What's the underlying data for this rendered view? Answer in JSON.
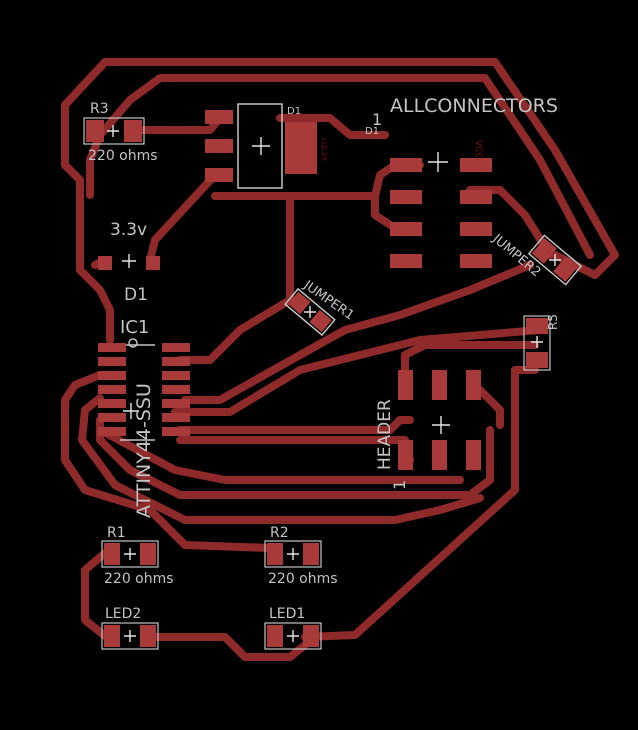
{
  "colors": {
    "background": "#000000",
    "copper": "#8e2a2a",
    "silk": "#c4c4c4",
    "pad": "#a83a3a"
  },
  "labels": {
    "r3": "R3",
    "r3_value": "220 ohms",
    "d1_top": "D1",
    "d1_right": "D1",
    "one_top": "1",
    "allconnectors": "ALLCONNECTORS",
    "vcc": "VCC",
    "regulator": "3.3v",
    "d1_left": "D1",
    "ic1": "IC1",
    "attiny": "ATTINY44-SSU",
    "jumper1": "JUMPER1",
    "jumper2": "JUMPER2",
    "r5": "R5",
    "header": "HEADER",
    "one_header": "1",
    "r1": "R1",
    "r1_value": "220 ohms",
    "r2": "R2",
    "r2_value": "220 ohms",
    "led2": "LED2",
    "led1": "LED1",
    "diode_code": "LLJL3X"
  }
}
